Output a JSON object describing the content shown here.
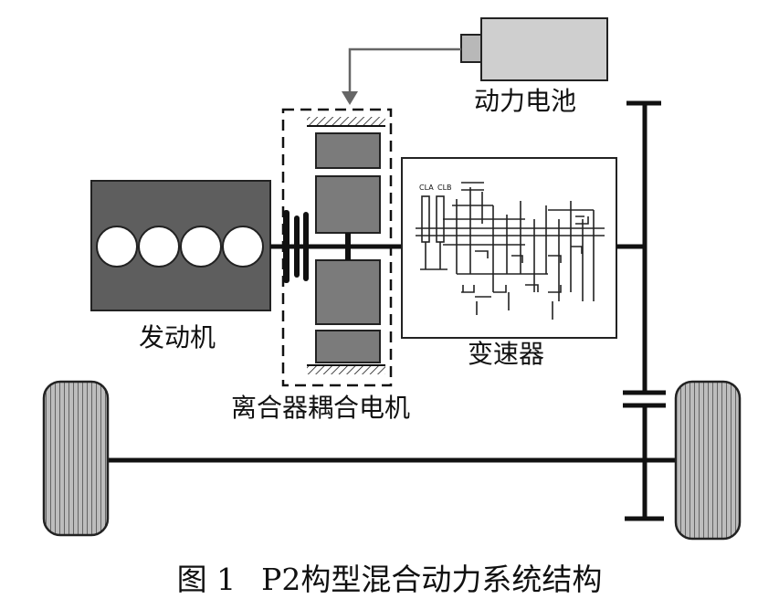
{
  "labels": {
    "battery": "动力电池",
    "engine": "发动机",
    "gearbox": "变速器",
    "motor": "离合器耦合电机"
  },
  "gearbox_tags": {
    "cla": "CLA",
    "clb": "CLB"
  },
  "caption": {
    "figure_no": "图 1",
    "title": "P2构型混合动力系统结构"
  },
  "colors": {
    "engine_body": "#5e5e5e",
    "motor_block": "#7b7b7b",
    "battery_body": "#cfcfcf",
    "line": "#111111"
  }
}
